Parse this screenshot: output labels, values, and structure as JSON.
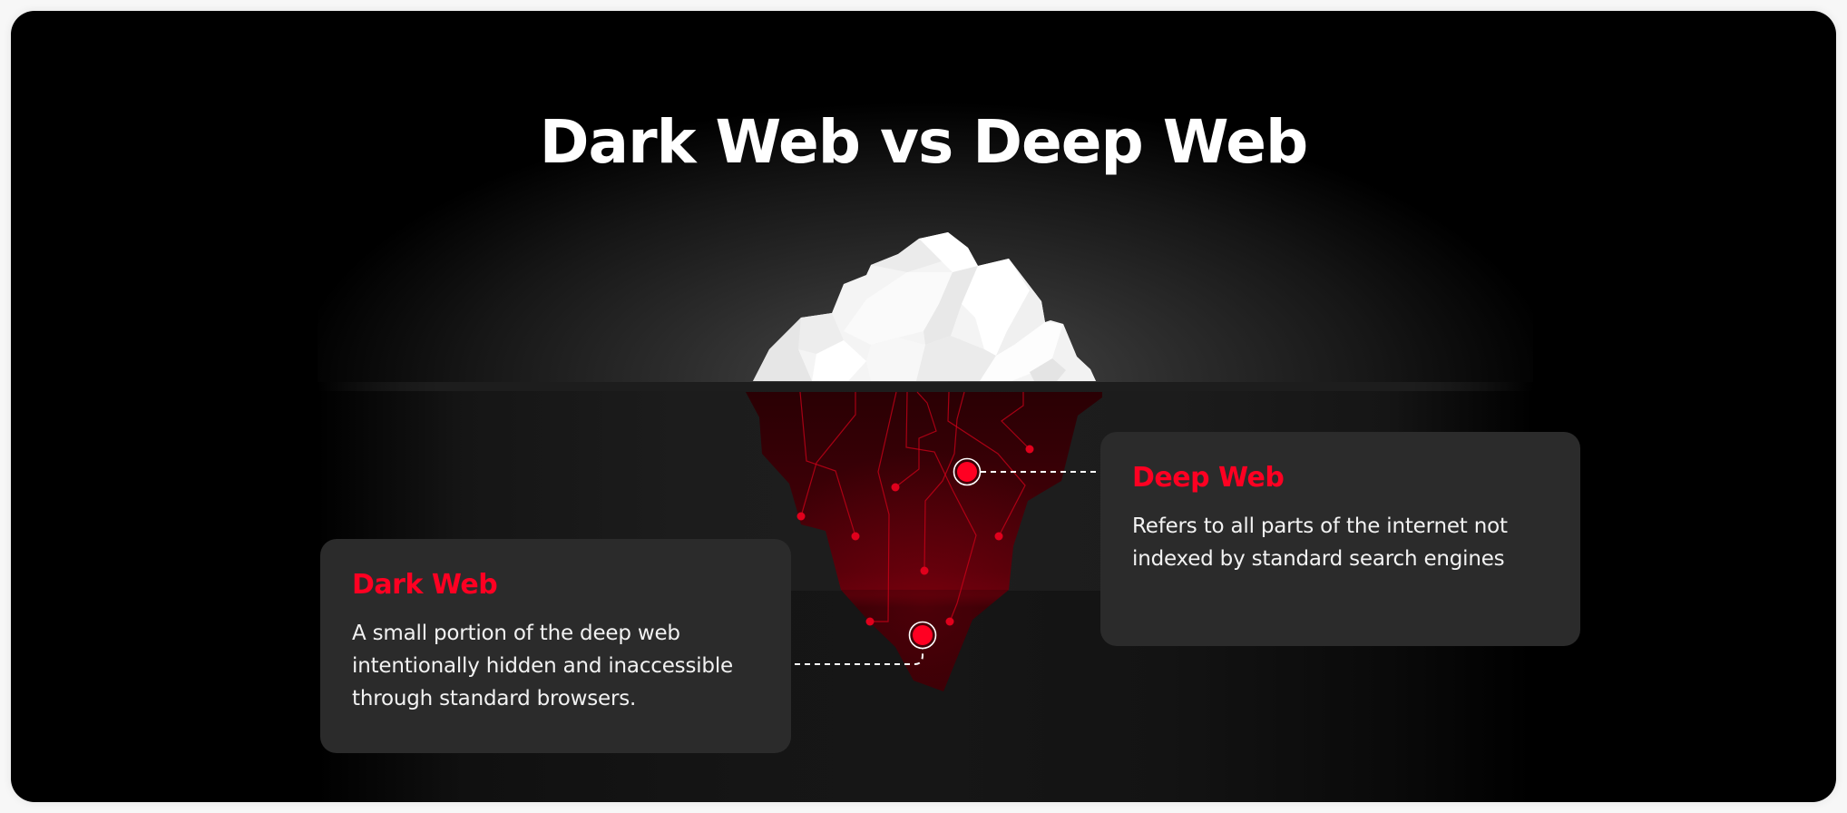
{
  "title": "Dark Web vs Deep Web",
  "colors": {
    "background": "#000000",
    "accent_red": "#ff0022",
    "card_background": "#2b2b2b",
    "text_white": "#ffffff",
    "ice_white": "#f5f5f5",
    "iceberg_underwater": "#3a0006"
  },
  "cards": {
    "deep_web": {
      "heading": "Deep Web",
      "body": "Refers to all parts of the internet not indexed by standard search engines"
    },
    "dark_web": {
      "heading": "Dark Web",
      "body": "A small portion of the deep web intentionally hidden and inaccessible through standard browsers."
    }
  },
  "diagram": {
    "icon": "iceberg-icon",
    "markers": [
      {
        "label": "Deep Web",
        "position": "upper underwater section"
      },
      {
        "label": "Dark Web",
        "position": "iceberg tip underwater"
      }
    ]
  }
}
